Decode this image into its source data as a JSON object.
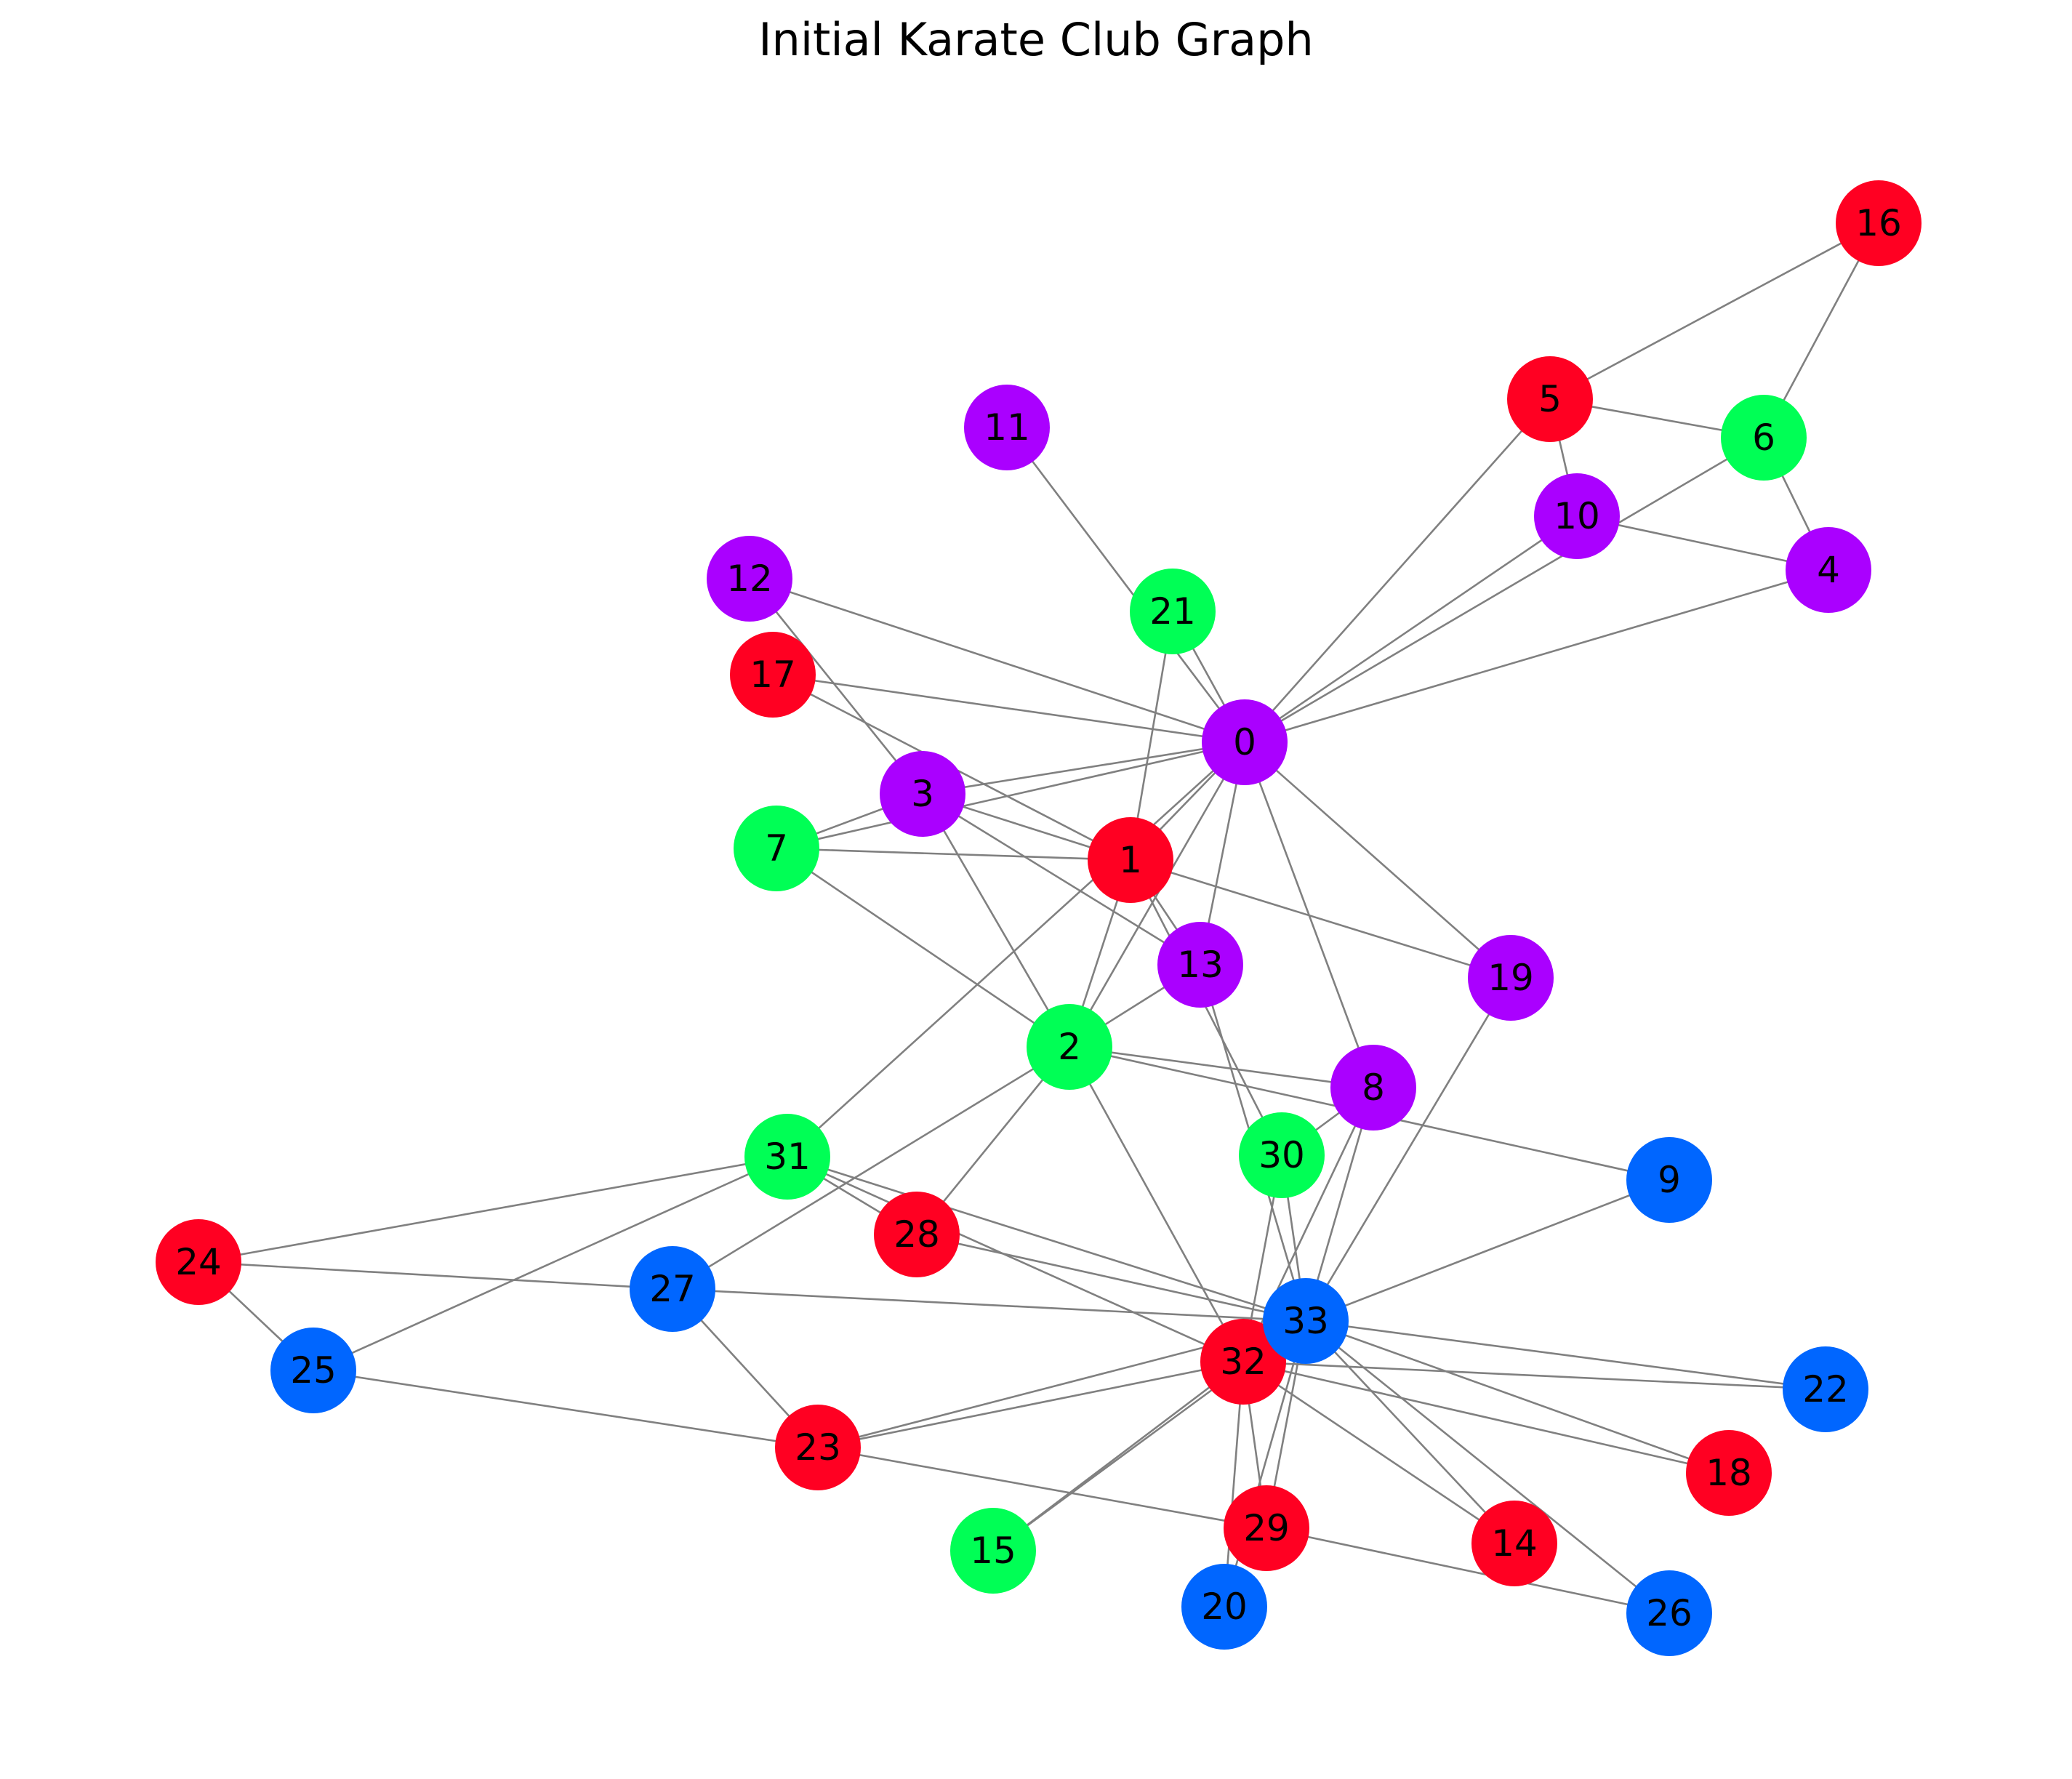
{
  "title": "Initial Karate Club Graph",
  "colors": {
    "purple": "#aa00ff",
    "red": "#ff0022",
    "green": "#00ff55",
    "blue": "#0066ff",
    "edge": "#808080"
  },
  "nodes": [
    {
      "id": 0,
      "label": "0",
      "color": "purple"
    },
    {
      "id": 1,
      "label": "1",
      "color": "red"
    },
    {
      "id": 2,
      "label": "2",
      "color": "green"
    },
    {
      "id": 3,
      "label": "3",
      "color": "purple"
    },
    {
      "id": 4,
      "label": "4",
      "color": "purple"
    },
    {
      "id": 5,
      "label": "5",
      "color": "red"
    },
    {
      "id": 6,
      "label": "6",
      "color": "green"
    },
    {
      "id": 7,
      "label": "7",
      "color": "green"
    },
    {
      "id": 8,
      "label": "8",
      "color": "purple"
    },
    {
      "id": 9,
      "label": "9",
      "color": "blue"
    },
    {
      "id": 10,
      "label": "10",
      "color": "purple"
    },
    {
      "id": 11,
      "label": "11",
      "color": "purple"
    },
    {
      "id": 12,
      "label": "12",
      "color": "purple"
    },
    {
      "id": 13,
      "label": "13",
      "color": "purple"
    },
    {
      "id": 14,
      "label": "14",
      "color": "red"
    },
    {
      "id": 15,
      "label": "15",
      "color": "green"
    },
    {
      "id": 16,
      "label": "16",
      "color": "red"
    },
    {
      "id": 17,
      "label": "17",
      "color": "red"
    },
    {
      "id": 18,
      "label": "18",
      "color": "red"
    },
    {
      "id": 19,
      "label": "19",
      "color": "purple"
    },
    {
      "id": 20,
      "label": "20",
      "color": "blue"
    },
    {
      "id": 21,
      "label": "21",
      "color": "green"
    },
    {
      "id": 22,
      "label": "22",
      "color": "blue"
    },
    {
      "id": 23,
      "label": "23",
      "color": "red"
    },
    {
      "id": 24,
      "label": "24",
      "color": "red"
    },
    {
      "id": 25,
      "label": "25",
      "color": "blue"
    },
    {
      "id": 26,
      "label": "26",
      "color": "blue"
    },
    {
      "id": 27,
      "label": "27",
      "color": "blue"
    },
    {
      "id": 28,
      "label": "28",
      "color": "red"
    },
    {
      "id": 29,
      "label": "29",
      "color": "red"
    },
    {
      "id": 30,
      "label": "30",
      "color": "green"
    },
    {
      "id": 31,
      "label": "31",
      "color": "green"
    },
    {
      "id": 32,
      "label": "32",
      "color": "red"
    },
    {
      "id": 33,
      "label": "33",
      "color": "blue"
    }
  ],
  "edges": [
    [
      0,
      1
    ],
    [
      0,
      2
    ],
    [
      0,
      3
    ],
    [
      0,
      4
    ],
    [
      0,
      5
    ],
    [
      0,
      6
    ],
    [
      0,
      7
    ],
    [
      0,
      8
    ],
    [
      0,
      10
    ],
    [
      0,
      11
    ],
    [
      0,
      12
    ],
    [
      0,
      13
    ],
    [
      0,
      17
    ],
    [
      0,
      19
    ],
    [
      0,
      21
    ],
    [
      0,
      31
    ],
    [
      1,
      2
    ],
    [
      1,
      3
    ],
    [
      1,
      7
    ],
    [
      1,
      13
    ],
    [
      1,
      17
    ],
    [
      1,
      19
    ],
    [
      1,
      21
    ],
    [
      1,
      30
    ],
    [
      2,
      3
    ],
    [
      2,
      7
    ],
    [
      2,
      8
    ],
    [
      2,
      9
    ],
    [
      2,
      13
    ],
    [
      2,
      27
    ],
    [
      2,
      28
    ],
    [
      2,
      32
    ],
    [
      3,
      7
    ],
    [
      3,
      12
    ],
    [
      3,
      13
    ],
    [
      4,
      6
    ],
    [
      4,
      10
    ],
    [
      5,
      6
    ],
    [
      5,
      10
    ],
    [
      5,
      16
    ],
    [
      6,
      16
    ],
    [
      8,
      30
    ],
    [
      8,
      32
    ],
    [
      8,
      33
    ],
    [
      9,
      33
    ],
    [
      13,
      33
    ],
    [
      14,
      32
    ],
    [
      14,
      33
    ],
    [
      15,
      32
    ],
    [
      15,
      33
    ],
    [
      18,
      32
    ],
    [
      18,
      33
    ],
    [
      19,
      33
    ],
    [
      20,
      32
    ],
    [
      20,
      33
    ],
    [
      22,
      32
    ],
    [
      22,
      33
    ],
    [
      23,
      25
    ],
    [
      23,
      27
    ],
    [
      23,
      29
    ],
    [
      23,
      32
    ],
    [
      23,
      33
    ],
    [
      24,
      25
    ],
    [
      24,
      27
    ],
    [
      24,
      31
    ],
    [
      25,
      31
    ],
    [
      26,
      29
    ],
    [
      26,
      33
    ],
    [
      27,
      33
    ],
    [
      28,
      31
    ],
    [
      28,
      33
    ],
    [
      29,
      32
    ],
    [
      29,
      33
    ],
    [
      30,
      32
    ],
    [
      30,
      33
    ],
    [
      31,
      32
    ],
    [
      31,
      33
    ],
    [
      32,
      33
    ]
  ]
}
